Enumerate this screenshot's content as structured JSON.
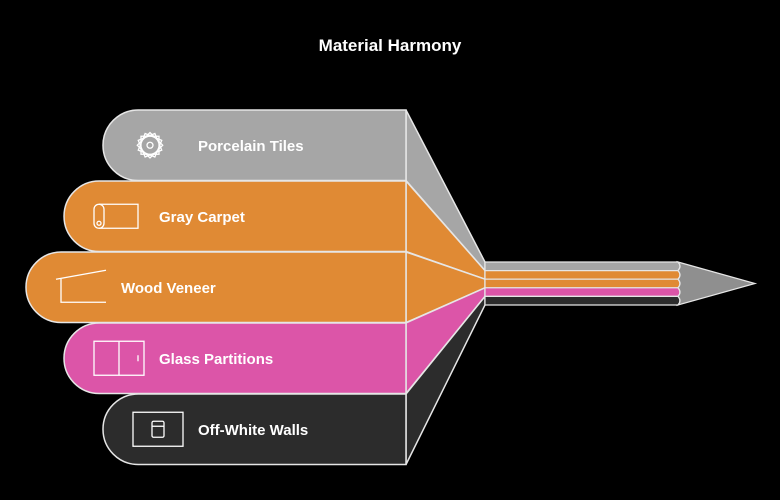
{
  "title": "Material Harmony",
  "items": [
    {
      "label": "Porcelain Tiles",
      "icon": "tile-pattern-icon",
      "color": "#a6a6a6"
    },
    {
      "label": "Gray Carpet",
      "icon": "carpet-roll-icon",
      "color": "#e08a34"
    },
    {
      "label": "Wood Veneer",
      "icon": "wood-panel-icon",
      "color": "#e08a34"
    },
    {
      "label": "Glass Partitions",
      "icon": "sliding-door-icon",
      "color": "#dc55a8"
    },
    {
      "label": "Off-White Walls",
      "icon": "wall-icon",
      "color": "#2c2c2c"
    }
  ],
  "pencil_tip_color": "#8f8f8f",
  "outline_color": "#e6e6e6"
}
